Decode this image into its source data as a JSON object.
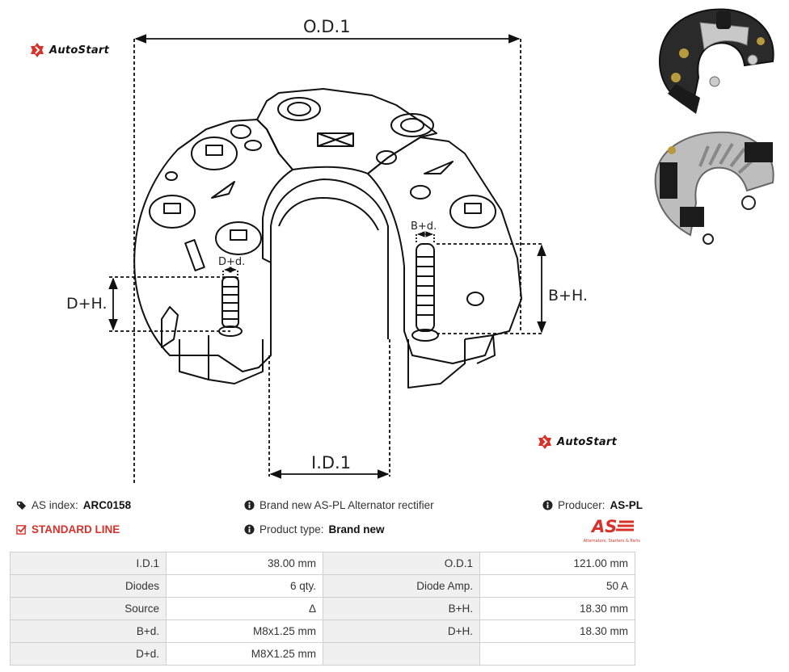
{
  "brand": {
    "name": "AutoStart"
  },
  "diagram_labels": {
    "od1": "O.D.1",
    "id1": "I.D.1",
    "dh": "D+H.",
    "bh": "B+H.",
    "dd": "D+d.",
    "bd": "B+d."
  },
  "info": {
    "index_label": "AS index:",
    "index_value": "ARC0158",
    "standard_line": "STANDARD LINE",
    "description": "Brand new AS-PL Alternator rectifier",
    "product_type_label": "Product type:",
    "product_type_value": "Brand new",
    "producer_label": "Producer:",
    "producer_value": "AS-PL",
    "producer_logo_text": "AS",
    "producer_logo_sub": "Alternators, Starters & Parts"
  },
  "specs": [
    [
      {
        "label": "I.D.1",
        "value": "38.00 mm"
      },
      {
        "label": "O.D.1",
        "value": "121.00 mm"
      }
    ],
    [
      {
        "label": "Diodes",
        "value": "6 qty."
      },
      {
        "label": "Diode Amp.",
        "value": "50 A"
      }
    ],
    [
      {
        "label": "Source",
        "value": "Δ"
      },
      {
        "label": "B+H.",
        "value": "18.30 mm"
      }
    ],
    [
      {
        "label": "B+d.",
        "value": "M8x1.25 mm"
      },
      {
        "label": "D+H.",
        "value": "18.30 mm"
      }
    ],
    [
      {
        "label": "D+d.",
        "value": "M8X1.25 mm"
      },
      {
        "label": "",
        "value": ""
      }
    ]
  ],
  "colors": {
    "accent_red": "#d7312a",
    "table_label_bg": "#f0f0f0"
  }
}
